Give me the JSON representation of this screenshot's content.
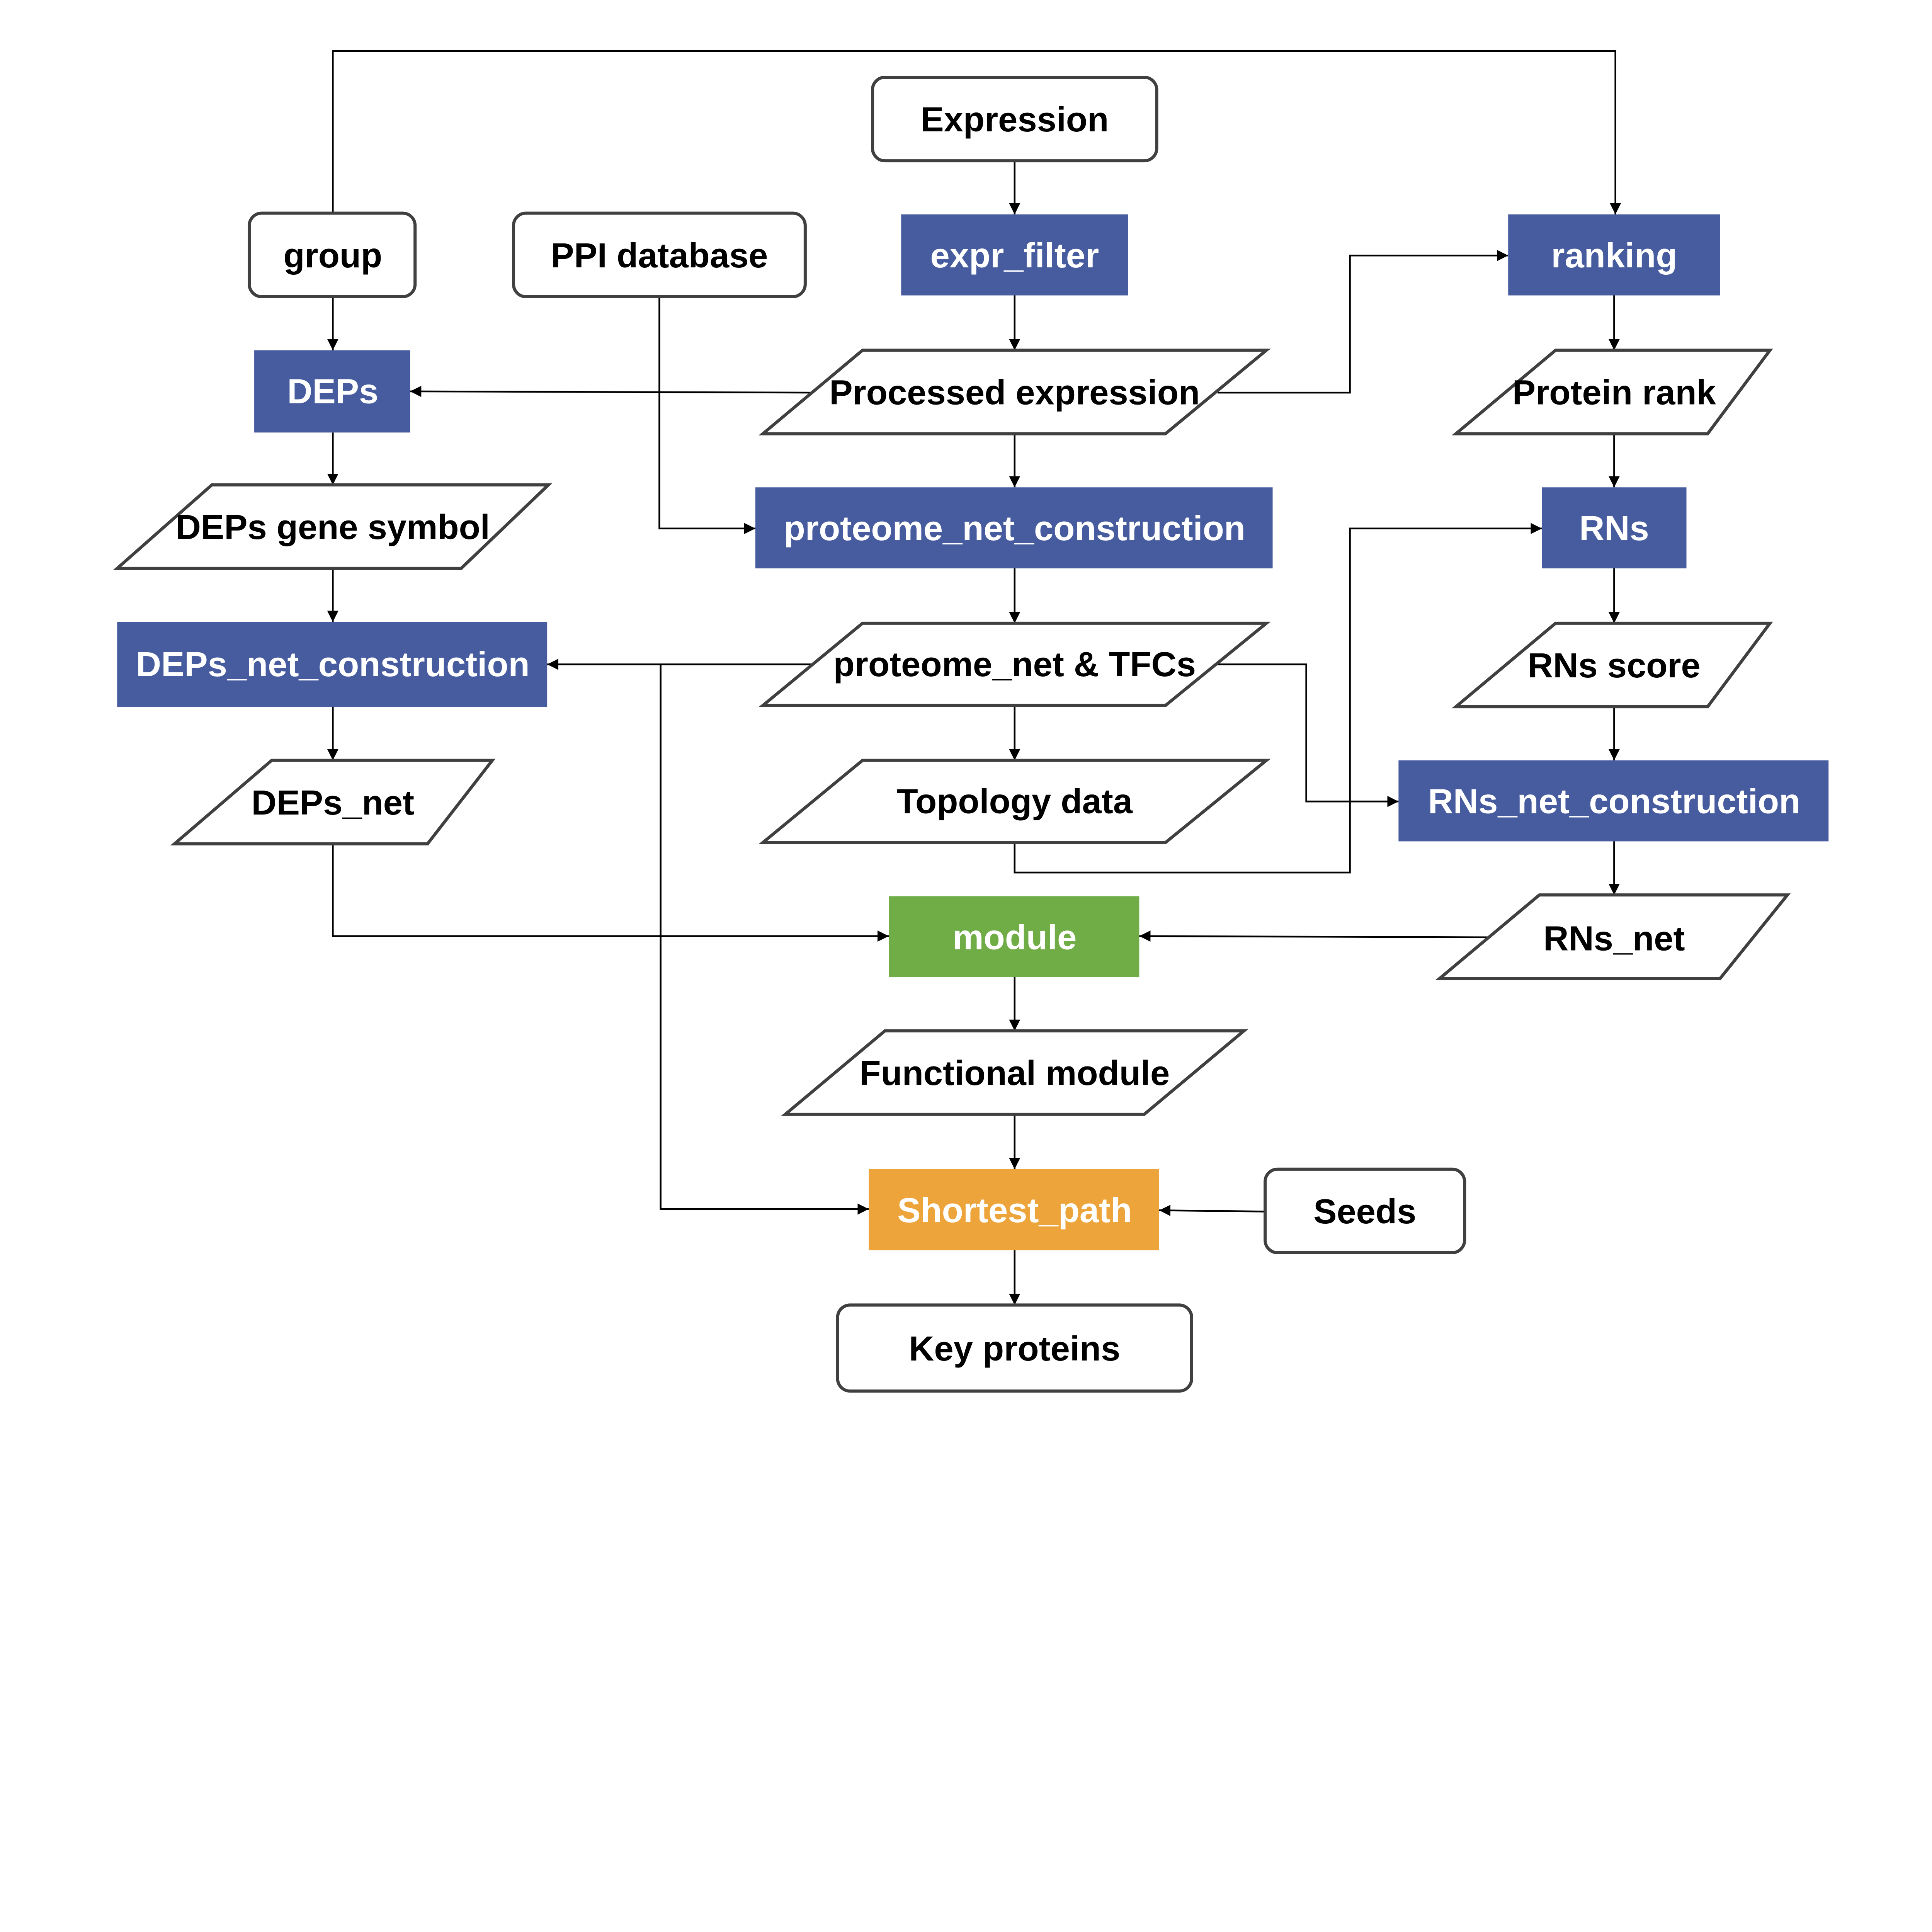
{
  "colors": {
    "process_blue": "#475B9F",
    "module_green": "#70AD47",
    "shortest_path_orange": "#EDA53B",
    "outline": "#404040"
  },
  "nodes": {
    "expression": "Expression",
    "group": "group",
    "ppi_database": "PPI database",
    "expr_filter": "expr_filter",
    "ranking": "ranking",
    "deps": "DEPs",
    "processed_expression": "Processed expression",
    "protein_rank": "Protein rank",
    "deps_gene_symbol": "DEPs gene symbol",
    "proteome_net_construction": "proteome_net_construction",
    "rns": "RNs",
    "deps_net_construction": "DEPs_net_construction",
    "proteome_net_tfcs": "proteome_net & TFCs",
    "rns_score": "RNs score",
    "deps_net": "DEPs_net",
    "topology_data": "Topology data",
    "rns_net_construction": "RNs_net_construction",
    "module": "module",
    "rns_net": "RNs_net",
    "functional_module": "Functional module",
    "shortest_path": "Shortest_path",
    "seeds": "Seeds",
    "key_proteins": "Key proteins"
  }
}
